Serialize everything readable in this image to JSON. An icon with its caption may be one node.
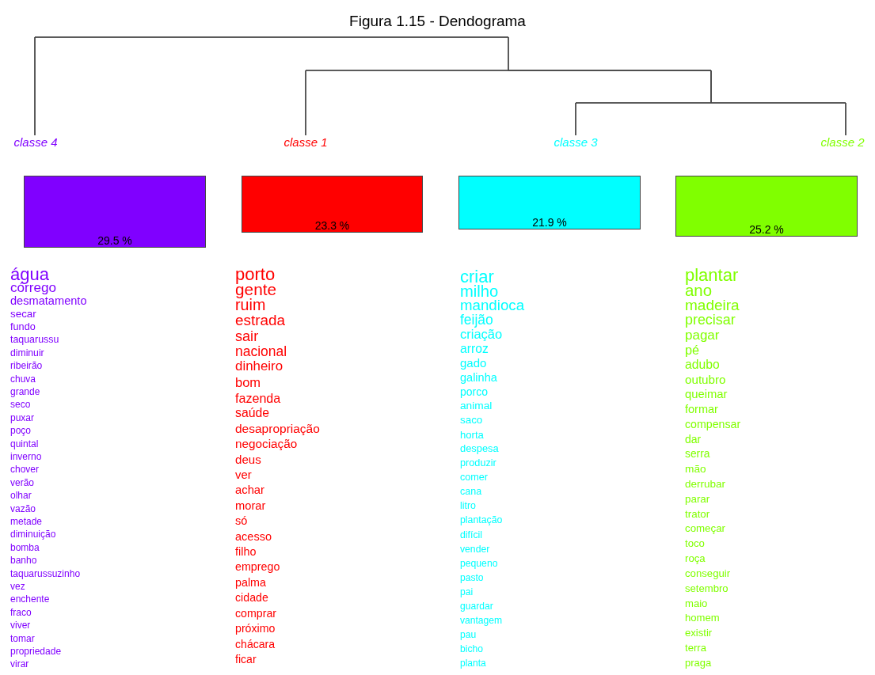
{
  "diagram": {
    "title": "Figura 1.15 - Dendograma",
    "nodes": [
      {
        "text": [
          "classe 4"
        ]
      },
      {
        "text": [
          "classe 1"
        ]
      },
      {
        "text": [
          "classe 3"
        ]
      },
      {
        "text": [
          "classe 2"
        ]
      },
      {
        "text": [
          "29.5 %"
        ],
        "beside": [
          "água",
          "córrego",
          "desmatamento",
          "secar",
          "fundo",
          "taquarussu",
          "diminuir",
          "ribeirão",
          "chuva",
          "grande",
          "seco",
          "puxar",
          "poço",
          "quintal",
          "inverno",
          "chover",
          "verão",
          "olhar",
          "vazão",
          "metade",
          "diminuição",
          "bomba",
          "banho",
          "taquarussuzinho",
          "vez",
          "enchente",
          "fraco",
          "viver",
          "tomar",
          "propriedade",
          "virar"
        ]
      },
      {
        "text": [
          "23.3 %"
        ],
        "beside": [
          "porto",
          "gente",
          "ruim",
          "estrada",
          "sair",
          "nacional",
          "dinheiro",
          "bom",
          "fazenda",
          "saúde",
          "desapropriação",
          "negociação",
          "deus",
          "ver",
          "achar",
          "morar",
          "só",
          "acesso",
          "filho",
          "emprego",
          "palma",
          "cidade",
          "comprar",
          "próximo",
          "chácara",
          "ficar"
        ]
      },
      {
        "text": [
          "21.9 %"
        ],
        "beside": [
          "criar",
          "milho",
          "mandioca",
          "feijão",
          "criação",
          "arroz",
          "gado",
          "galinha",
          "porco",
          "animal",
          "saco",
          "horta",
          "despesa",
          "produzir",
          "comer",
          "cana",
          "litro",
          "plantação",
          "difícil",
          "vender",
          "pequeno",
          "pasto",
          "pai",
          "guardar",
          "vantagem",
          "pau",
          "bicho",
          "planta"
        ]
      },
      {
        "text": [
          "25.2 %"
        ],
        "beside": [
          "plantar",
          "ano",
          "madeira",
          "precisar",
          "pagar",
          "pé",
          "adubo",
          "outubro",
          "queimar",
          "formar",
          "compensar",
          "dar",
          "serra",
          "mão",
          "derrubar",
          "parar",
          "trator",
          "começar",
          "toco",
          "roça",
          "conseguir",
          "setembro",
          "maio",
          "homem",
          "existir",
          "terra",
          "praga"
        ]
      }
    ],
    "edges": [
      {
        "from": 0,
        "to": 1,
        "arrow": "none"
      },
      {
        "from": 0,
        "to": 2,
        "arrow": "none"
      },
      {
        "from": 0,
        "to": 3,
        "arrow": "none"
      },
      {
        "from": 1,
        "to": 2,
        "arrow": "none"
      },
      {
        "from": 1,
        "to": 3,
        "arrow": "none"
      },
      {
        "from": 2,
        "to": 3,
        "arrow": "none"
      }
    ]
  }
}
